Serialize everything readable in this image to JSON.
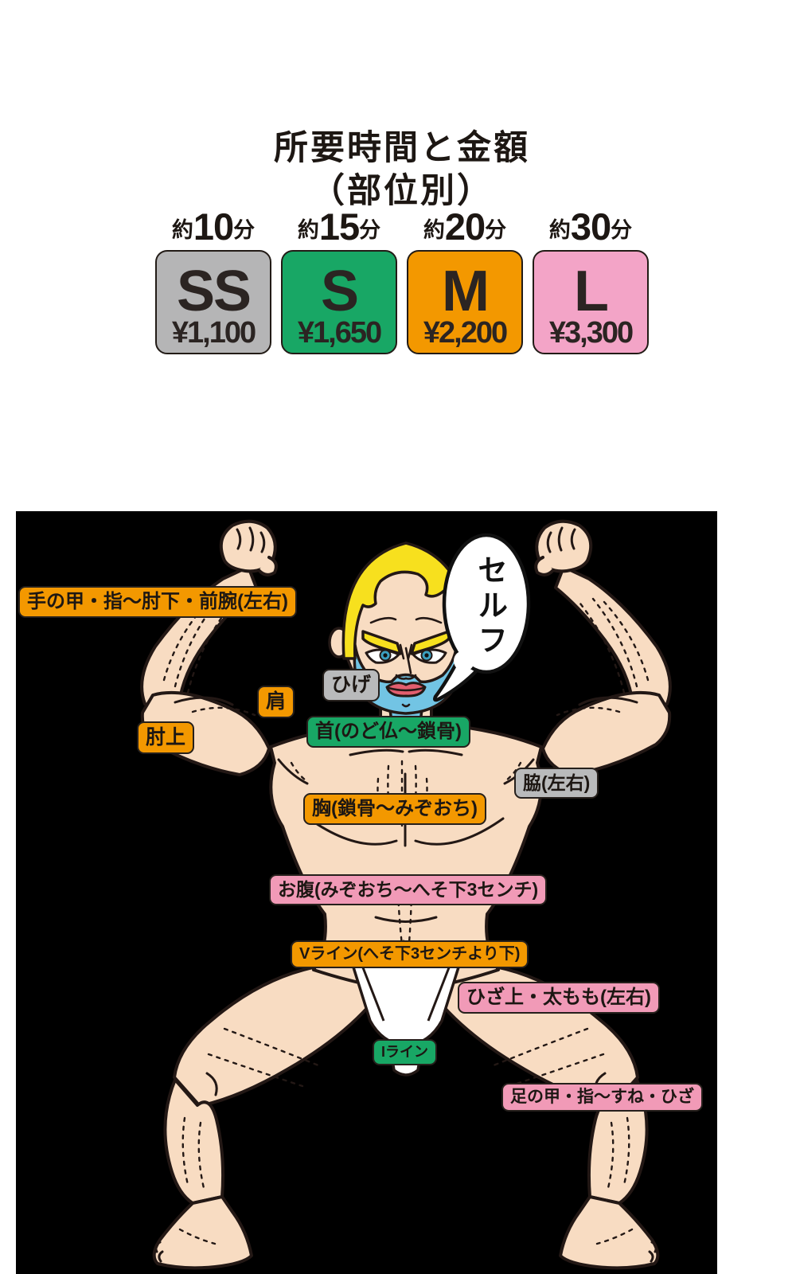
{
  "header": {
    "title_line1": "所要時間と金額",
    "title_line2": "（部位別）"
  },
  "pricing": {
    "cards": [
      {
        "duration_prefix": "約",
        "duration_value": "10",
        "duration_suffix": "分",
        "size": "SS",
        "price": "¥1,100",
        "color": "#b5b5b6"
      },
      {
        "duration_prefix": "約",
        "duration_value": "15",
        "duration_suffix": "分",
        "size": "S",
        "price": "¥1,650",
        "color": "#18a765"
      },
      {
        "duration_prefix": "約",
        "duration_value": "20",
        "duration_suffix": "分",
        "size": "M",
        "price": "¥2,200",
        "color": "#f39800"
      },
      {
        "duration_prefix": "約",
        "duration_value": "30",
        "duration_suffix": "分",
        "size": "L",
        "price": "¥3,300",
        "color": "#f3a4c7"
      }
    ]
  },
  "illustration": {
    "speech_bubble": "セルフ",
    "labels": [
      {
        "text": "手の甲・指〜肘下・前腕(左右)",
        "color": "#f39800",
        "category": "M"
      },
      {
        "text": "ひげ",
        "color": "#b9babb",
        "category": "SS"
      },
      {
        "text": "肩",
        "color": "#f39800",
        "category": "M"
      },
      {
        "text": "肘上",
        "color": "#f39800",
        "category": "M"
      },
      {
        "text": "首(のど仏〜鎖骨)",
        "color": "#18a765",
        "category": "S"
      },
      {
        "text": "脇(左右)",
        "color": "#b9babb",
        "category": "SS"
      },
      {
        "text": "胸(鎖骨〜みぞおち)",
        "color": "#f39800",
        "category": "M"
      },
      {
        "text": "お腹(みぞおち〜へそ下3センチ)",
        "color": "#f19ab7",
        "category": "L"
      },
      {
        "text": "Vライン(へそ下3センチより下)",
        "color": "#f39800",
        "category": "M"
      },
      {
        "text": "ひざ上・太もも(左右)",
        "color": "#f19ab7",
        "category": "L"
      },
      {
        "text": "Iライン",
        "color": "#18a765",
        "category": "S"
      },
      {
        "text": "足の甲・指〜すね・ひざ",
        "color": "#f19ab7",
        "category": "L"
      }
    ]
  }
}
